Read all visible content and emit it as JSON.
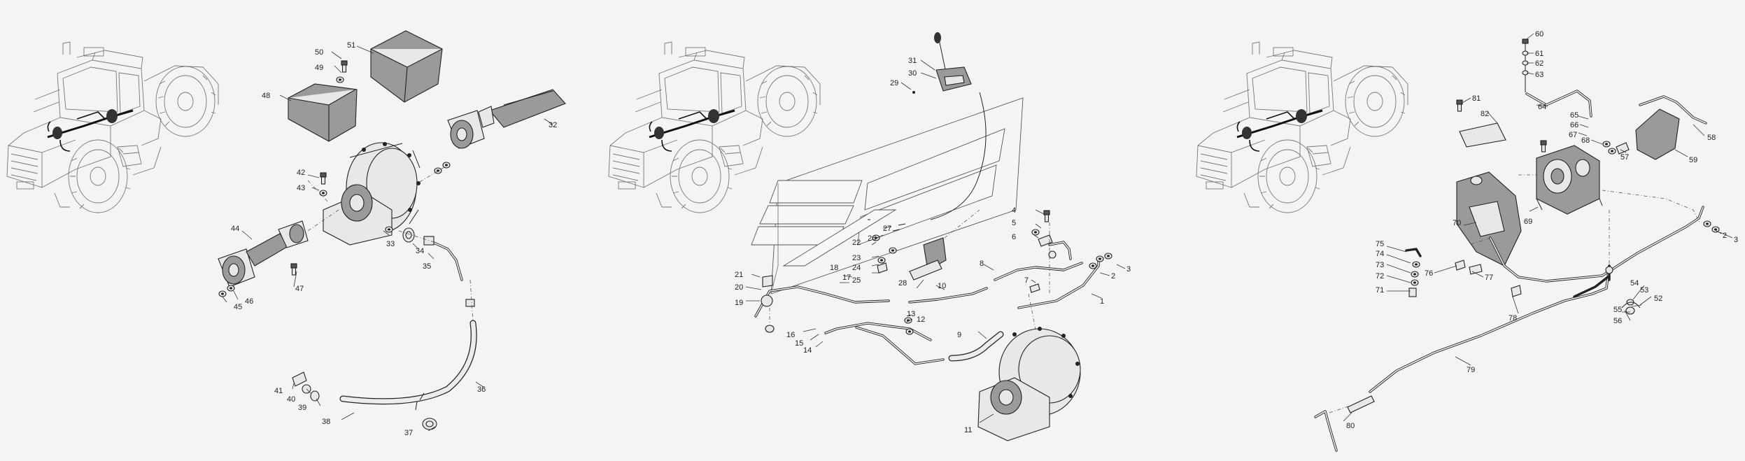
{
  "colors": {
    "background": "#f4f4f4",
    "line": "#222222",
    "shade": "#9a9a9a"
  },
  "panel_left": {
    "callouts": [
      "32",
      "33",
      "34",
      "35",
      "36",
      "37",
      "38",
      "39",
      "40",
      "41",
      "42",
      "43",
      "44",
      "45",
      "46",
      "47",
      "48",
      "49",
      "50",
      "51"
    ]
  },
  "panel_middle": {
    "callouts": [
      "1",
      "2",
      "3",
      "4",
      "5",
      "6",
      "7",
      "8",
      "9",
      "10",
      "11",
      "12",
      "13",
      "14",
      "15",
      "16",
      "17",
      "18",
      "19",
      "20",
      "21",
      "22",
      "23",
      "24",
      "25",
      "26",
      "27",
      "28",
      "29",
      "30",
      "31"
    ]
  },
  "panel_right": {
    "callouts": [
      "2",
      "3",
      "52",
      "53",
      "54",
      "55",
      "56",
      "57",
      "58",
      "59",
      "60",
      "61",
      "62",
      "63",
      "64",
      "65",
      "66",
      "67",
      "68",
      "69",
      "70",
      "71",
      "72",
      "73",
      "74",
      "75",
      "76",
      "77",
      "78",
      "79",
      "80",
      "81",
      "82"
    ]
  }
}
